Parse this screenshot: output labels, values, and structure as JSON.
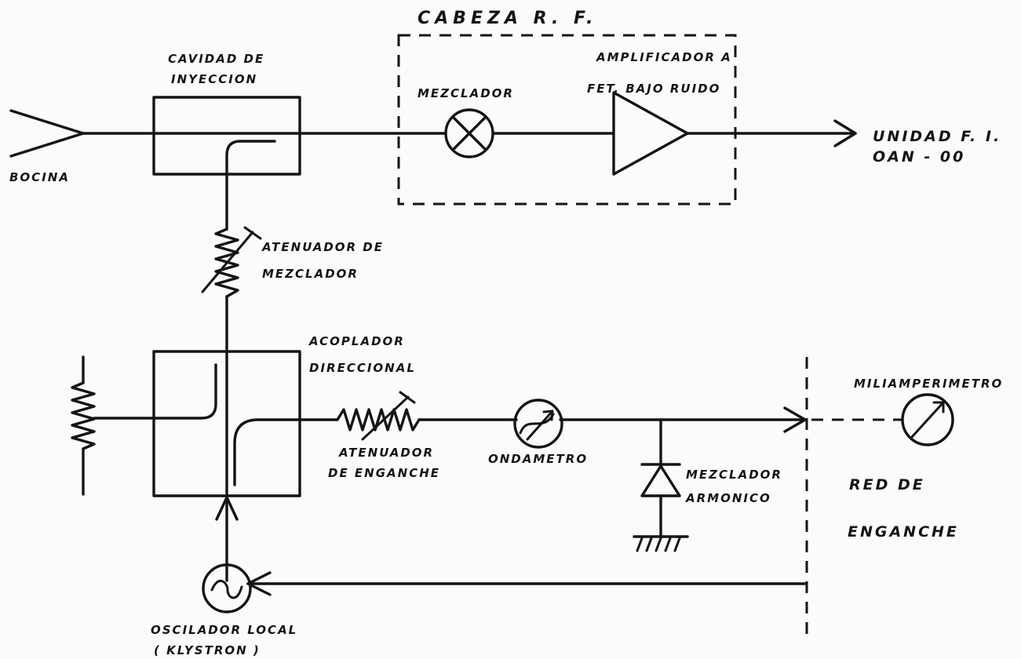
{
  "labels": {
    "rf_head": "CABEZA  R. F.",
    "injection_cavity_1": "CAVIDAD  DE",
    "injection_cavity_2": "INYECCION",
    "horn": "BOCINA",
    "mixer": "MEZCLADOR",
    "amplifier_1": "AMPLIFICADOR A",
    "amplifier_2": "FET, BAJO RUIDO",
    "if_unit_1": "UNIDAD  F. I.",
    "if_unit_2": "OAN - 00",
    "mixer_attenuator_1": "ATENUADOR  DE",
    "mixer_attenuator_2": "MEZCLADOR",
    "directional_coupler_1": "ACOPLADOR",
    "directional_coupler_2": "DIRECCIONAL",
    "lock_attenuator_1": "ATENUADOR",
    "lock_attenuator_2": "DE  ENGANCHE",
    "wavemeter": "ONDAMETRO",
    "harmonic_mixer_1": "MEZCLADOR",
    "harmonic_mixer_2": "ARMONICO",
    "milliammeter": "MILIAMPERIMETRO",
    "lock_network_1": "RED   DE",
    "lock_network_2": "ENGANCHE",
    "local_oscillator_1": "OSCILADOR  LOCAL",
    "local_oscillator_2": "( KLYSTRON )"
  }
}
